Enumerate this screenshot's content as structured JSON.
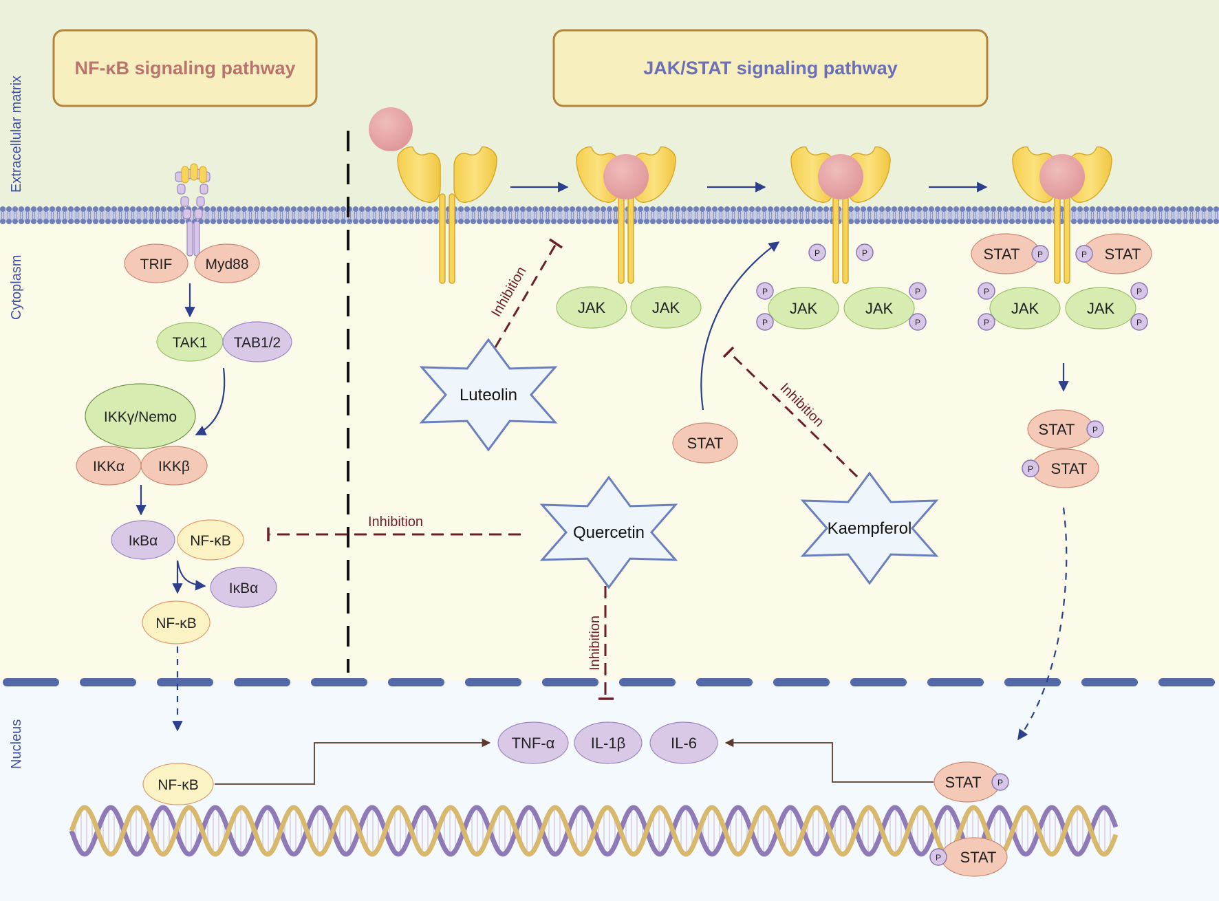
{
  "regions": {
    "extracellular": "Extracellular matrix",
    "cytoplasm": "Cytoplasm",
    "nucleus": "Nucleus"
  },
  "titles": {
    "nfkb": "NF-κB signaling pathway",
    "jakstat": "JAK/STAT signaling pathway"
  },
  "nfkb_pathway": {
    "trif": "TRIF",
    "myd88": "Myd88",
    "tak1": "TAK1",
    "tab12": "TAB1/2",
    "ikkg": "IKKγ/Nemo",
    "ikka": "IKKα",
    "ikkb": "IKKβ",
    "ikba": "IκBα",
    "nfkb": "NF-κB",
    "ikba_released": "IκBα",
    "nfkb_free": "NF-κB",
    "nfkb_nuclear": "NF-κB"
  },
  "jak_stat": {
    "jak": "JAK",
    "stat": "STAT",
    "p": "P"
  },
  "compounds": {
    "luteolin": "Luteolin",
    "quercetin": "Quercetin",
    "kaempferol": "Kaempferol"
  },
  "inhibition_label": "Inhibition",
  "cytokines": [
    "TNF-α",
    "IL-1β",
    "IL-6"
  ],
  "colors": {
    "title_nfkb": "#b9746e",
    "title_jakstat": "#6a6fb8",
    "extracellular_bg": "#ecf1dc",
    "cytoplasm_bg": "#fcfbe9",
    "nucleus_bg": "#f3f9fc",
    "pink_node": "#f4c9b7",
    "green_node": "#d7ecb0",
    "purple_node": "#d9c9e6",
    "yellow_node": "#fbf3c4",
    "inhibition": "#6b1e28",
    "arrow": "#2b3f8c",
    "receptor": "#f7d763",
    "ligand": "#e7a5a7"
  }
}
